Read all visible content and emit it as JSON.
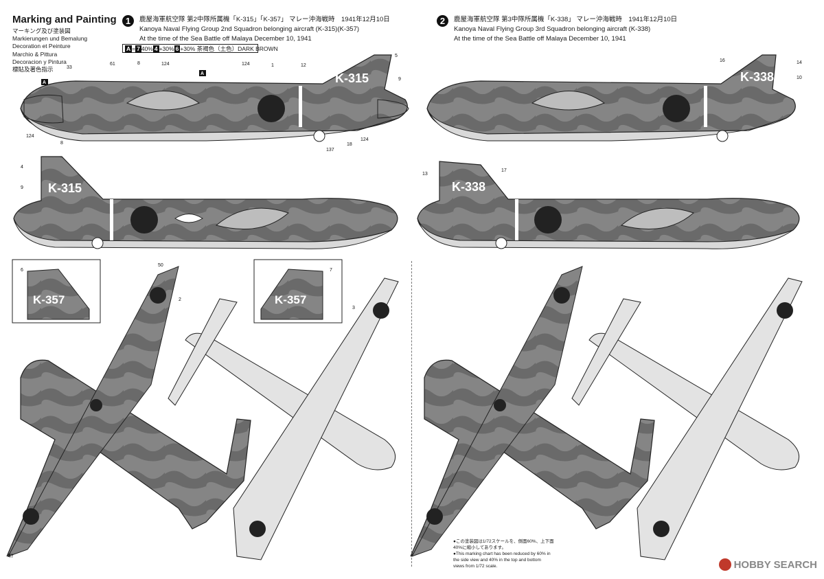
{
  "header": {
    "title": "Marking and Painting",
    "languages": [
      "マーキング及び塗装図",
      "Markierungen und Bemalung",
      "Decoration et Peinture",
      "Marchio & Pittura",
      "Decoracion y Pintura",
      "標貼及著色指示"
    ]
  },
  "color_key": {
    "box_a": "A",
    "eq": "=",
    "box_7": "7",
    "part1": "40%",
    "box_4": "4",
    "part2": "+30%",
    "box_6": "6",
    "part3": "+30% 茶褐色（土色）DARK BROWN"
  },
  "schemes": [
    {
      "number": "1",
      "jp": "鹿屋海軍航空隊 第2中隊所属機「K-315」「K-357」 マレー沖海戦時　1941年12月10日",
      "en": "Kanoya Naval Flying Group 2nd Squadron belonging aircraft (K-315)(K-357)",
      "en2": "At the time of the Sea Battle off Malaya December 10, 1941",
      "tail_code": "K-315",
      "alt_tail_code": "K-357"
    },
    {
      "number": "2",
      "jp": "鹿屋海軍航空隊 第3中隊所属機「K-338」 マレー沖海戦時　1941年12月10日",
      "en": "Kanoya Naval Flying Group 3rd Squadron belonging aircraft (K-338)",
      "en2": "At the time of the Sea Battle off Malaya December 10, 1941",
      "tail_code": "K-338"
    }
  ],
  "callouts": {
    "A": "A",
    "c8": "8",
    "c33": "33",
    "c61": "61",
    "c124": "124",
    "c137": "137",
    "c18": "18",
    "c12": "12",
    "c1": "1",
    "c2": "2",
    "c3": "3",
    "c47": "47",
    "c50": "50",
    "c4": "4",
    "c5": "5",
    "c9": "9",
    "c6": "6",
    "c7": "7",
    "c16": "16",
    "c14": "14",
    "c10": "10",
    "c13": "13",
    "c17": "17"
  },
  "note": [
    "●この塗装図は1/72スケールを、側面60%、上下面",
    "40%に縮小してあります。",
    "●This marking chart has been reduced by 60% in",
    "the side view and 40% in the top and bottom",
    "views from 1/72 scale."
  ],
  "watermark": {
    "text": "HOBBY SEARCH"
  },
  "colors": {
    "camo_green": "#6f6f6f",
    "camo_brown": "#9a9a9a",
    "underside": "#d9d9d9",
    "hinomaru": "#222222"
  }
}
